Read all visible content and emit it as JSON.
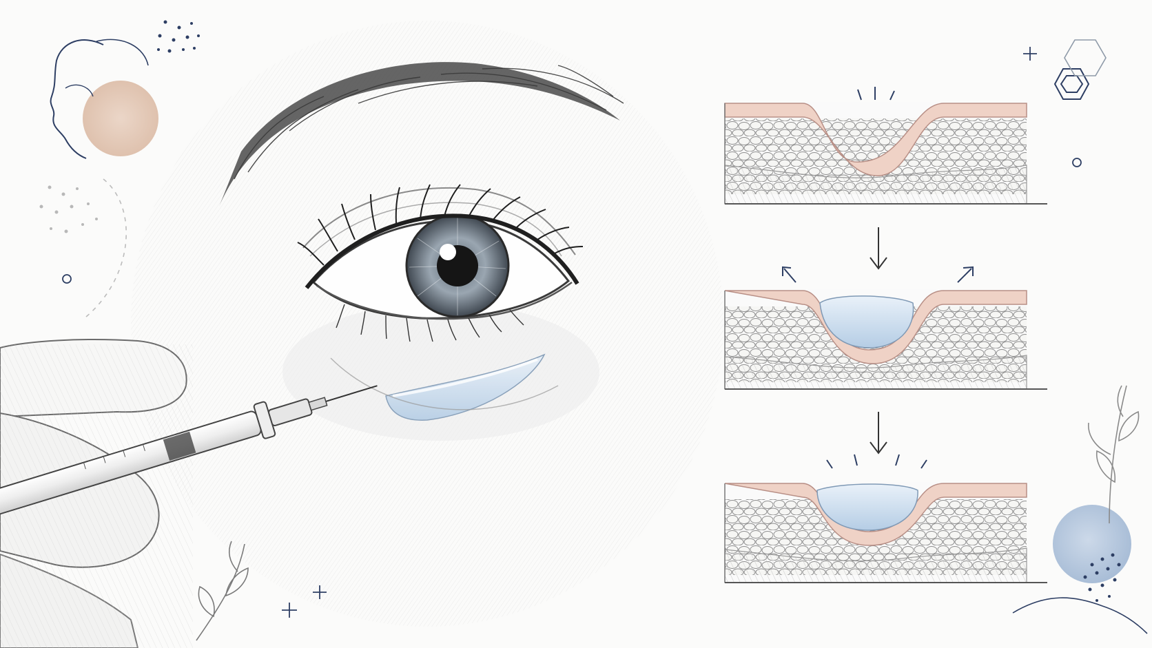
{
  "palette": {
    "paper": "#fbfbfa",
    "ink": "#2c2c2c",
    "pencil": "#9a9a9a",
    "light_pencil": "#cfcfcf",
    "navy": "#2d3e63",
    "peach_circle": "#d7b49d",
    "skin_layer": "#efd2c6",
    "skin_line": "#b88f86",
    "filler_blue": "#bcd4ea",
    "filler_light": "#dfeaf5",
    "blue_circle": "#a9bfda",
    "iris": "#8e9aa5"
  },
  "icons": [
    "face-profile-icon",
    "peach-circle-icon",
    "blue-circle-icon",
    "dots-decor-icon",
    "sparkle-plus-icon",
    "hexagon-icon",
    "leaf-sprig-icon",
    "down-arrow-icon",
    "expand-arrow-icon"
  ],
  "panels": [
    {
      "stage": "hollow"
    },
    {
      "stage": "filler-injected"
    },
    {
      "stage": "smoothed"
    }
  ]
}
